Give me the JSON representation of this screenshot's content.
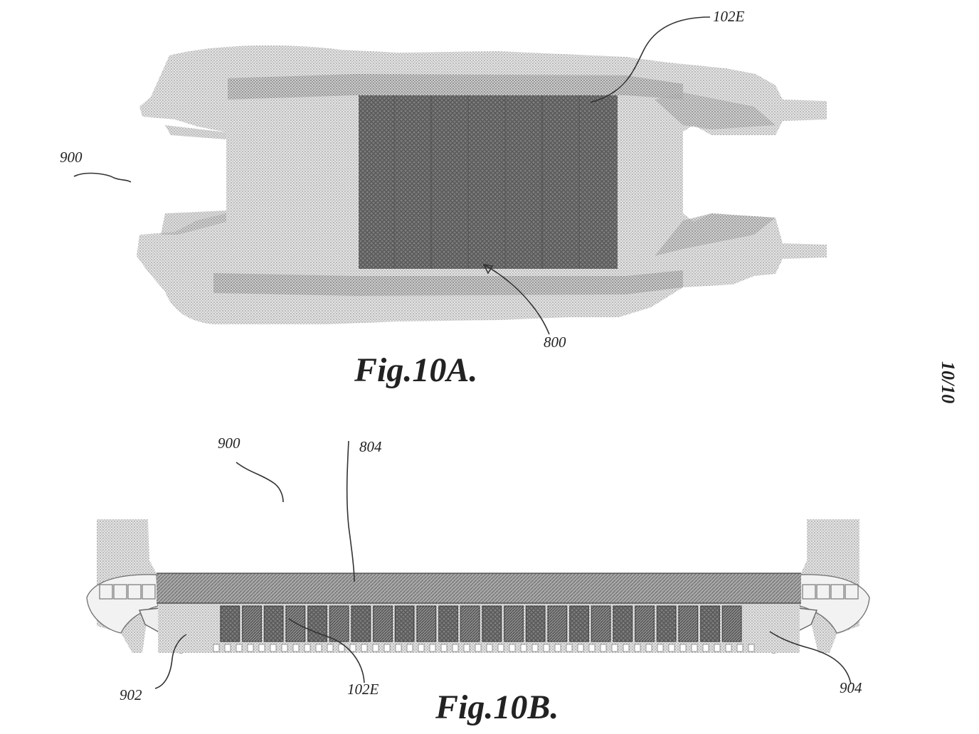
{
  "sheet_number": "10/10",
  "fig_a": {
    "caption": "Fig.10A.",
    "refs": {
      "vehicle": "900",
      "cells": "102E",
      "pack": "800"
    }
  },
  "fig_b": {
    "caption": "Fig.10B.",
    "refs": {
      "vehicle": "900",
      "plate": "804",
      "cells": "102E",
      "left_mount": "902",
      "right_mount": "904"
    }
  },
  "colors": {
    "ink": "#222222",
    "light_halftone": "#cfcfcf",
    "dark_halftone": "#6e6e6e"
  }
}
